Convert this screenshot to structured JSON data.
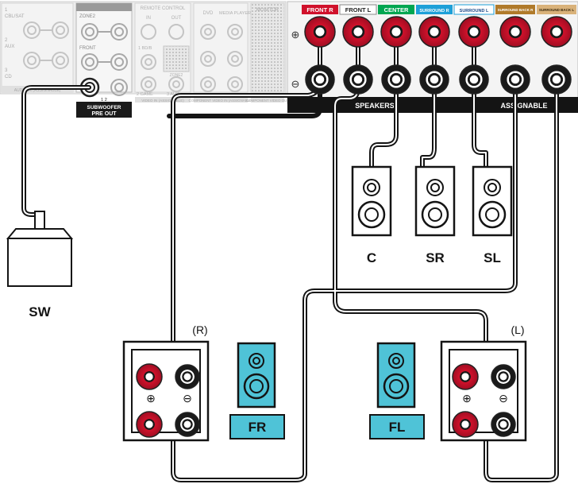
{
  "panel": {
    "audio_in": {
      "col1": [
        "1",
        "CBL/SAT",
        "2",
        "AUX",
        "3",
        "CD"
      ],
      "footer": "AUDIO IN (ASSIGNABLE)"
    },
    "pre_out": {
      "channels": [
        "ZONE2",
        "FRONT"
      ],
      "sub_label": "1 2",
      "subwoofer": "SUBWOOFER",
      "footer": "PRE OUT"
    },
    "video": {
      "remote": "REMOTE CONTROL",
      "in": "IN",
      "out": "OUT",
      "irrow": "1 BD/B",
      "mid": "ZONE2",
      "bottom1": "2 GAME",
      "bottom2": "3 AUX",
      "footer": "VIDEO IN (ASSIGNABLE)"
    },
    "component": {
      "dvd": "DVD",
      "media": "MEDIA PLAYER",
      "footer": "COMPONENT VIDEO IN (ASSIGNABLE)"
    },
    "monitor": {
      "title": "MONITOR",
      "footer": "COMPONENT VIDEO OUT"
    },
    "speakers": {
      "headers": [
        "FRONT R",
        "FRONT L",
        "CENTER",
        "SURROUND R",
        "SURROUND L",
        "SURROUND BACK R",
        "SURROUND BACK L"
      ],
      "footer_left": "SPEAKERS",
      "footer_right": "ASSIGNABLE",
      "plus": "⊕",
      "minus": "⊖"
    }
  },
  "speakers": {
    "center": "C",
    "surround_r": "SR",
    "surround_l": "SL",
    "subwoofer": "SW",
    "front_r_label": "FR",
    "front_l_label": "FL",
    "right_side": "(R)",
    "left_side": "(L)",
    "plus": "⊕",
    "minus": "⊖"
  },
  "colors": {
    "front_r": "#d0112b",
    "front_l": "#ffffff",
    "center": "#00a651",
    "surround_r": "#1ea0d8",
    "surround_l": "#1ea0d8",
    "surround_back": "#b07a2a",
    "terminal_red": "#c8102e",
    "cyan": "#4fc3d7"
  }
}
